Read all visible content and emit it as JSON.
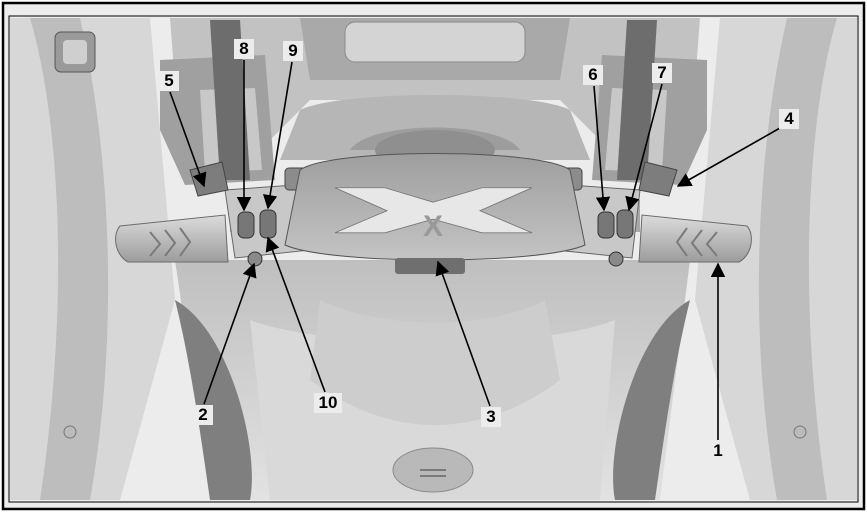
{
  "figure": {
    "type": "labeled-technical-illustration",
    "subject": "personal watercraft handlebar and control area, rear view",
    "logo_mark": "X",
    "colors": {
      "frame": "#000000",
      "background": "#ffffff",
      "body_light": "#e9e9e9",
      "body_mid": "#c9c9c9",
      "body_dark": "#8a8a8a",
      "shadow": "#555555"
    }
  },
  "callouts": [
    {
      "id": "1",
      "label": "1"
    },
    {
      "id": "2",
      "label": "2"
    },
    {
      "id": "3",
      "label": "3"
    },
    {
      "id": "4",
      "label": "4"
    },
    {
      "id": "5",
      "label": "5"
    },
    {
      "id": "6",
      "label": "6"
    },
    {
      "id": "7",
      "label": "7"
    },
    {
      "id": "8",
      "label": "8"
    },
    {
      "id": "9",
      "label": "9"
    },
    {
      "id": "10",
      "label": "10"
    }
  ]
}
